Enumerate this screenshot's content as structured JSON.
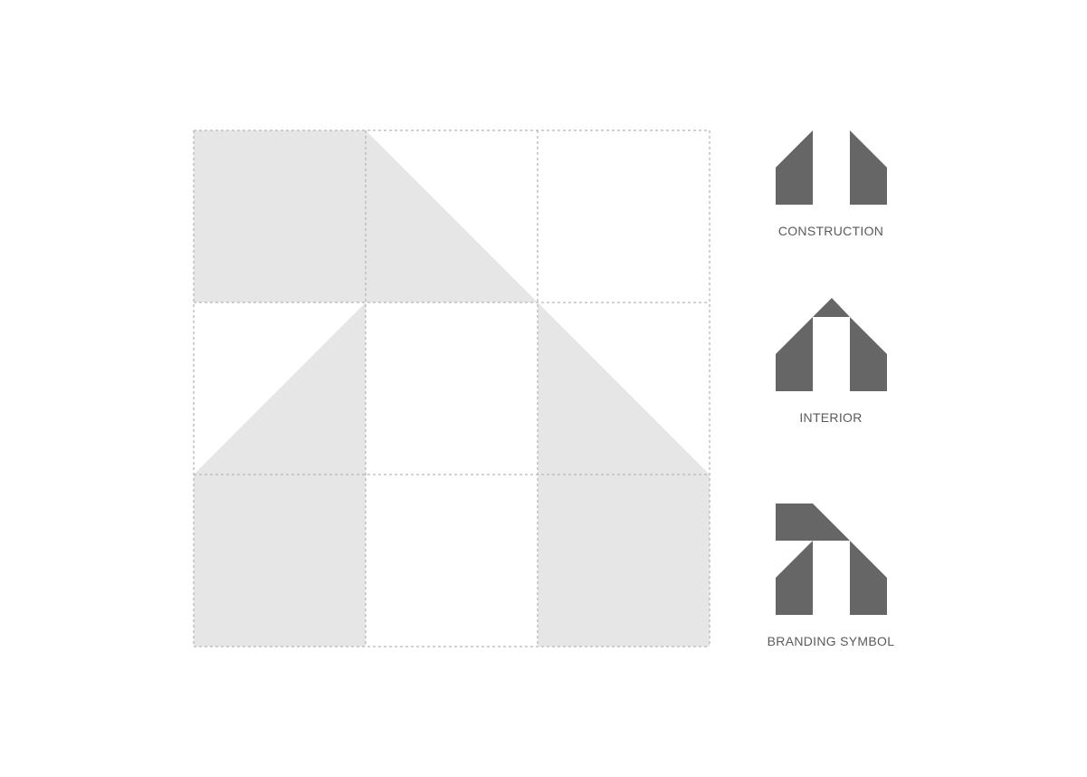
{
  "colors": {
    "grid_fill": "#e6e6e6",
    "grid_line": "#b8b8b8",
    "symbol_fill": "#666666",
    "label_text": "#5a5a5a",
    "background": "#ffffff"
  },
  "symbols": [
    {
      "id": "construction",
      "label": "CONSTRUCTION"
    },
    {
      "id": "interior",
      "label": "INTERIOR"
    },
    {
      "id": "branding",
      "label": "BRANDING SYMBOL"
    }
  ]
}
